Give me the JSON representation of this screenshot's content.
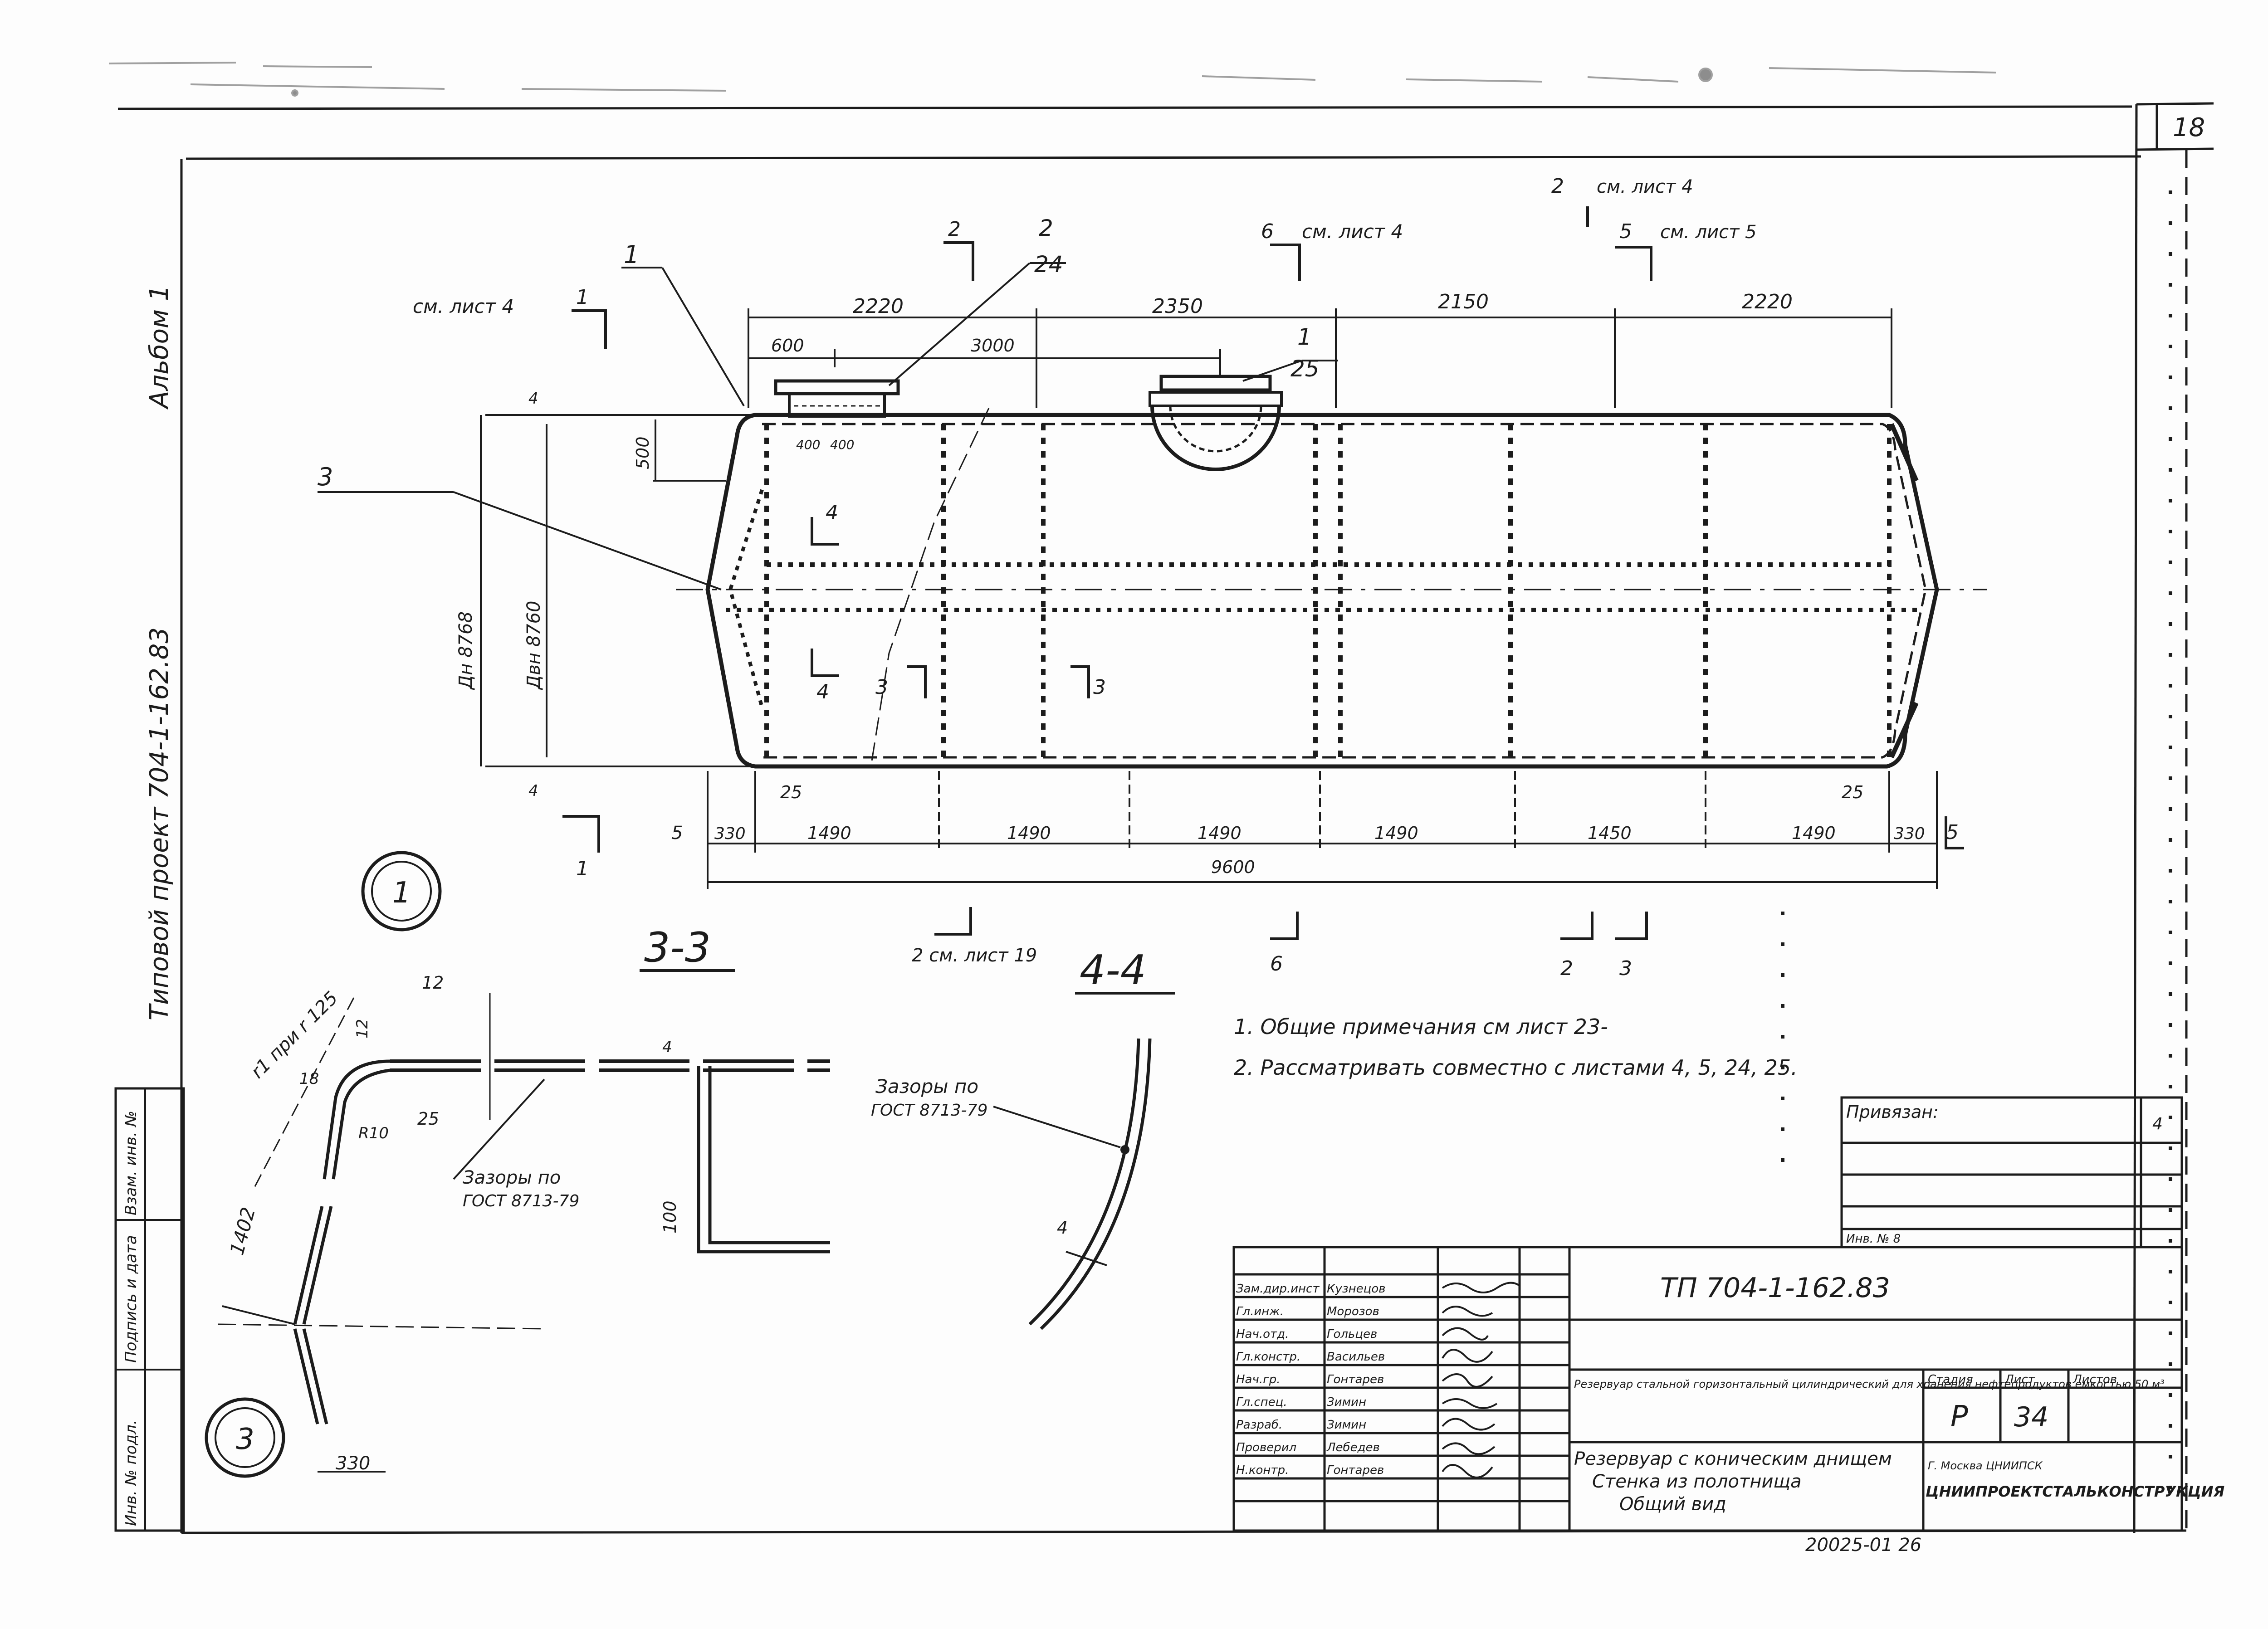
{
  "sheet": {
    "page_number": "18",
    "side_album": "Альбом 1",
    "side_project": "Типовой проект 704-1-162.83"
  },
  "references": {
    "see_sheet4_a": "см. лист 4",
    "see_sheet4_b": "см. лист 4",
    "see_sheet4_c": "см. лист 4",
    "see_sheet5": "см. лист 5",
    "see_sheet19": "2 см. лист 19"
  },
  "callouts": {
    "c1": "1",
    "c2_top": "2",
    "c2_bottom": "24",
    "c1_manhole_top": "1",
    "c1_manhole_bottom": "25",
    "c3": "3"
  },
  "section_marks": {
    "s1a": "1",
    "s1b": "1",
    "s2a": "2",
    "s2b": "2",
    "s2c": "2",
    "s2d": "2",
    "s3a": "3",
    "s3b": "3",
    "s3c": "3",
    "s4a": "4",
    "s4b": "4",
    "s5a": "5",
    "s5b": "5",
    "s5c": "5",
    "s6a": "6",
    "s6b": "6"
  },
  "dimensions": {
    "top": [
      "2220",
      "2350",
      "2150",
      "2220"
    ],
    "d600": "600",
    "d3000": "3000",
    "d400a": "400",
    "d400b": "400",
    "d500": "500",
    "dn_outer": "Дн 8768",
    "dn_inner": "Двн 8760",
    "t4a": "4",
    "t4b": "4",
    "d25a": "25",
    "d25b": "25",
    "bottom": [
      "330",
      "1490",
      "1490",
      "1490",
      "1490",
      "1450",
      "1490",
      "330"
    ],
    "total": "9600"
  },
  "detail_circles": {
    "c1": "1",
    "c3": "3"
  },
  "section_33": {
    "title": "3-3",
    "r125": "r1 при r 125",
    "d12a": "12",
    "d12b": "12",
    "d18": "18",
    "d25": "25",
    "r10": "R10",
    "d1402": "1402",
    "d100": "100",
    "d330": "330",
    "t4": "4",
    "gaps": "Зазоры по",
    "gost": "ГОСТ 8713-79"
  },
  "section_44": {
    "title": "4-4",
    "gaps": "Зазоры по",
    "gost": "ГОСТ 8713-79",
    "t4": "4"
  },
  "notes": [
    "1. Общие примечания см лист 23-",
    "2. Рассматривать совместно с листами 4, 5, 24, 25."
  ],
  "order_table": {
    "title": "Привязан:",
    "mark": "4",
    "inv": "Инв. № 8"
  },
  "side_stamp": [
    "Взам. инв. №",
    "Подпись и дата",
    "Инв. № подл."
  ],
  "title_block": {
    "code": "ТП 704-1-162.83",
    "project_desc": "Резервуар стальной горизонтальный цилиндрический для хранения нефтепродуктов емкостью 50 м³",
    "sheet_title_1": "Резервуар с коническим днищем",
    "sheet_title_2": "Стенка из полотнища",
    "sheet_title_3": "Общий вид",
    "stage_label": "Стадия",
    "sheet_label": "Лист",
    "sheets_label": "Листов",
    "stage": "Р",
    "sheet": "34",
    "org_small": "Г. Москва  ЦНИИПСК",
    "org": "ЦНИИПРОЕКТСТАЛЬКОНСТРУКЦИЯ",
    "bottom_code": "20025-01  26",
    "rows": [
      [
        "Зам.дир.инст",
        "Кузнецов"
      ],
      [
        "Гл.инж.",
        "Морозов"
      ],
      [
        "Нач.отд.",
        "Гольцев"
      ],
      [
        "Гл.констр.",
        "Васильев"
      ],
      [
        "Нач.гр.",
        "Гонтарев"
      ],
      [
        "Гл.спец.",
        "Зимин"
      ],
      [
        "Разраб.",
        "Зимин"
      ],
      [
        "Проверил",
        "Лебедев"
      ],
      [
        "Н.контр.",
        "Гонтарев"
      ]
    ]
  }
}
